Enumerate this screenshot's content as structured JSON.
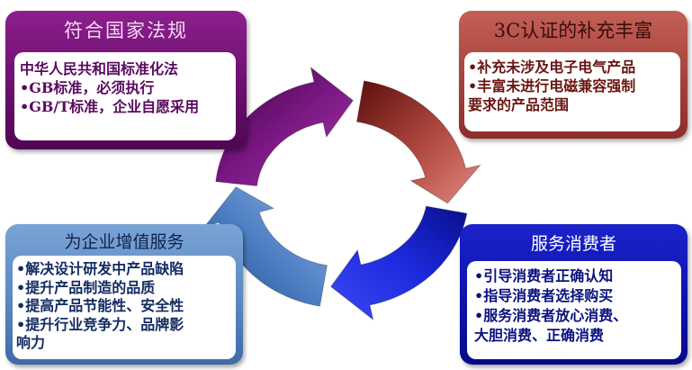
{
  "colors": {
    "purple": "#6b0f6e",
    "red": "#a5413b",
    "light_blue": "#5b87c2",
    "blue": "#0c13ad"
  },
  "cards": {
    "top_left": {
      "title": "符合国家法规",
      "lines": [
        "中华人民共和国标准化法",
        "•GB标准，必须执行",
        "•GB/T标准，企业自愿采用"
      ]
    },
    "top_right": {
      "title": "3C认证的补充丰富",
      "lines": [
        "•补充未涉及电子电气产品",
        "•丰富未进行电磁兼容强制",
        "要求的产品范围"
      ]
    },
    "bottom_left": {
      "title": "为企业增值服务",
      "lines": [
        "•解决设计研发中产品缺陷",
        "•提升产品制造的品质",
        "•提高产品节能性、安全性",
        "•提升行业竞争力、品牌影",
        "响力"
      ]
    },
    "bottom_right": {
      "title": "服务消费者",
      "lines": [
        "•引导消费者正确认知",
        "•指导消费者选择购买",
        "•服务消费者放心消费、",
        "大胆消费、正确消费"
      ]
    }
  }
}
